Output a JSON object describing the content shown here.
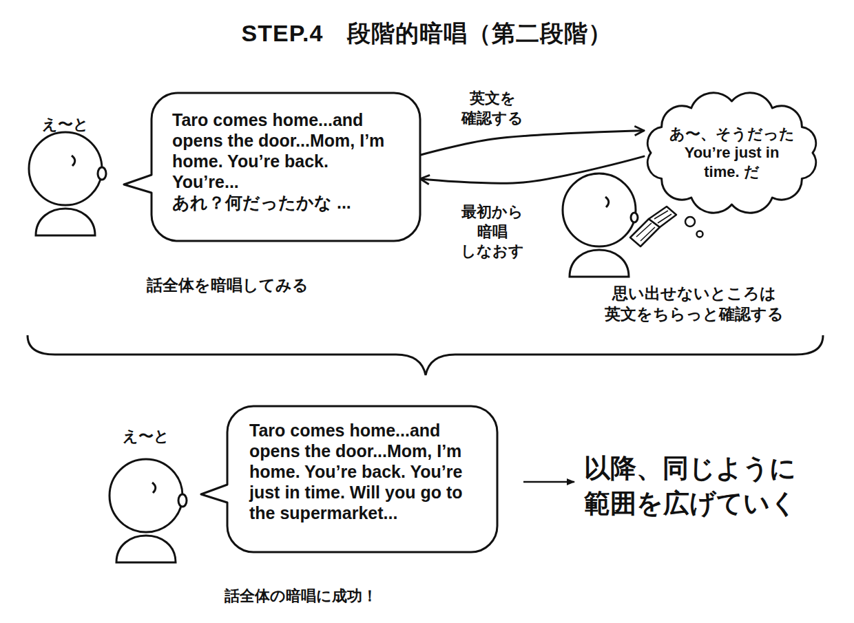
{
  "diagram": {
    "title": "STEP.4　段階的暗唱（第二段階）",
    "nodes": [
      {
        "text": [
          "Taro comes home...and opens the door...Mom, I’m home. You’re back. You’re...",
          "あれ？何だったかな ..."
        ]
      },
      {
        "text": [
          "あ〜、そうだった You’re just in time. だ"
        ]
      },
      {
        "text": [
          "Taro comes home...and opens the door...Mom, I’m home. You’re back. You’re just in time. Will you go to the supermarket..."
        ]
      }
    ],
    "edges": [
      {
        "from": 0,
        "to": 1,
        "label": "英文を 確認する",
        "arrow": "to"
      },
      {
        "from": 1,
        "to": 0,
        "label": "最初から 暗唱 しなおす",
        "arrow": "to"
      }
    ],
    "labels": [
      "え〜と",
      "話全体を暗唱してみる",
      "思い出せないところは 英文をちらっと確認する",
      "え〜と",
      "以降、同じように 範囲を広げていく",
      "話全体の暗唱に成功！"
    ]
  }
}
